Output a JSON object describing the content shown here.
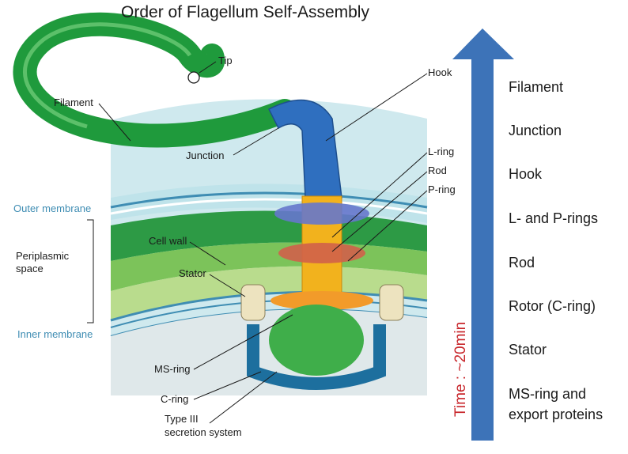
{
  "title": "Order of Flagellum Self-Assembly",
  "labels": {
    "tip": "Tip",
    "filament": "Filament",
    "hook": "Hook",
    "junction": "Junction",
    "l_ring": "L-ring",
    "rod": "Rod",
    "p_ring": "P-ring",
    "outer_membrane": "Outer membrane",
    "periplasmic_line1": "Periplasmic",
    "periplasmic_line2": "space",
    "cell_wall": "Cell wall",
    "stator": "Stator",
    "inner_membrane": "Inner membrane",
    "ms_ring": "MS-ring",
    "c_ring": "C-ring",
    "t3ss_line1": "Type III",
    "t3ss_line2": "secretion system"
  },
  "assembly_order": [
    "Filament",
    "Junction",
    "Hook",
    "L- and P-rings",
    "Rod",
    "Rotor (C-ring)",
    "Stator",
    "MS-ring and",
    "export proteins"
  ],
  "time_axis": {
    "label": "Time : ~20min",
    "color": "#c8262b",
    "arrow_color": "#3d73b8"
  },
  "colors": {
    "filament": "#1f9a3c",
    "hook": "#2f6fbf",
    "ms_ring": "#3fae4a",
    "rod": "#f2b21d",
    "membrane": "#3f8db3",
    "cell_wall": "#57b84c"
  }
}
